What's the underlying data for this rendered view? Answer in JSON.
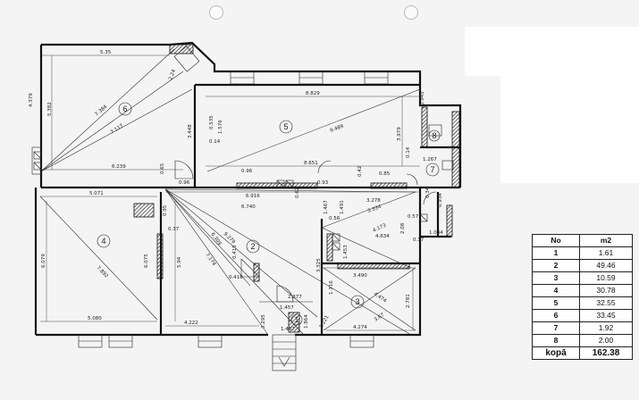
{
  "table": {
    "headers": [
      "No",
      "m2"
    ],
    "rows": [
      {
        "no": "1",
        "area": "1.61"
      },
      {
        "no": "2",
        "area": "49.46"
      },
      {
        "no": "3",
        "area": "10.59"
      },
      {
        "no": "4",
        "area": "30.78"
      },
      {
        "no": "5",
        "area": "32.55"
      },
      {
        "no": "6",
        "area": "33.45"
      },
      {
        "no": "7",
        "area": "1.92"
      },
      {
        "no": "8",
        "area": "2.00"
      }
    ],
    "total_label": "kopā",
    "total_value": "162.38"
  },
  "rooms": [
    "1",
    "2",
    "3",
    "4",
    "5",
    "6",
    "7",
    "8"
  ],
  "dimensions": {
    "d535": "5.35",
    "d4379": "4.379",
    "d5382": "5.382",
    "d7384": "7.384",
    "d7117": "7.117",
    "d224": "2.24",
    "d6239": "6.239",
    "d3448": "3.448",
    "d065": "0.65",
    "d096": "0.96",
    "d8829": "8.829",
    "d9489": "9.489",
    "d3979": "3.979",
    "d0535": "0.535",
    "d1576": "1.576",
    "d014": "0.14",
    "d8651": "8.651",
    "d042": "0.42",
    "d085": "0.85",
    "d096b": "0.96",
    "d0945": "0.945",
    "d1267": "1.267",
    "d5071": "5.071",
    "d6916": "6.916",
    "d062": "0.62",
    "d093": "0.93",
    "d3278": "3.278",
    "d6740": "6.740",
    "d095": "0.95",
    "d037": "0.37",
    "d6079": "6.079",
    "d7892": "7.892",
    "d6075": "6.075",
    "d5080": "5.080",
    "d594": "5.94",
    "d4222": "4.222",
    "d6309": "6.309",
    "d9279": "9.279",
    "d7174": "7.174",
    "d0415": "0.415",
    "d0416": "0.416",
    "d3325": "3.325",
    "d2377": "2.377",
    "d1457": "1.457",
    "d1487": "1.487",
    "d1864": "1.864",
    "d1221": "1.221",
    "d3490": "3.490",
    "d4474": "4.474",
    "d3674": "3.67",
    "d2781": "2.781",
    "d4274": "4.274",
    "d1716": "1.716",
    "d1453": "1.453",
    "d3334": "3.334",
    "d4173": "4.173",
    "d4634": "4.634",
    "d057": "0.57",
    "d208": "2.08",
    "d056": "0.56",
    "d1467": "1.467",
    "d1491": "1.491",
    "d017": "0.17",
    "d1004": "1.004",
    "d0934": "0.934",
    "d034": "0.34",
    "d014b": "0.14",
    "d3295": "3.295"
  }
}
